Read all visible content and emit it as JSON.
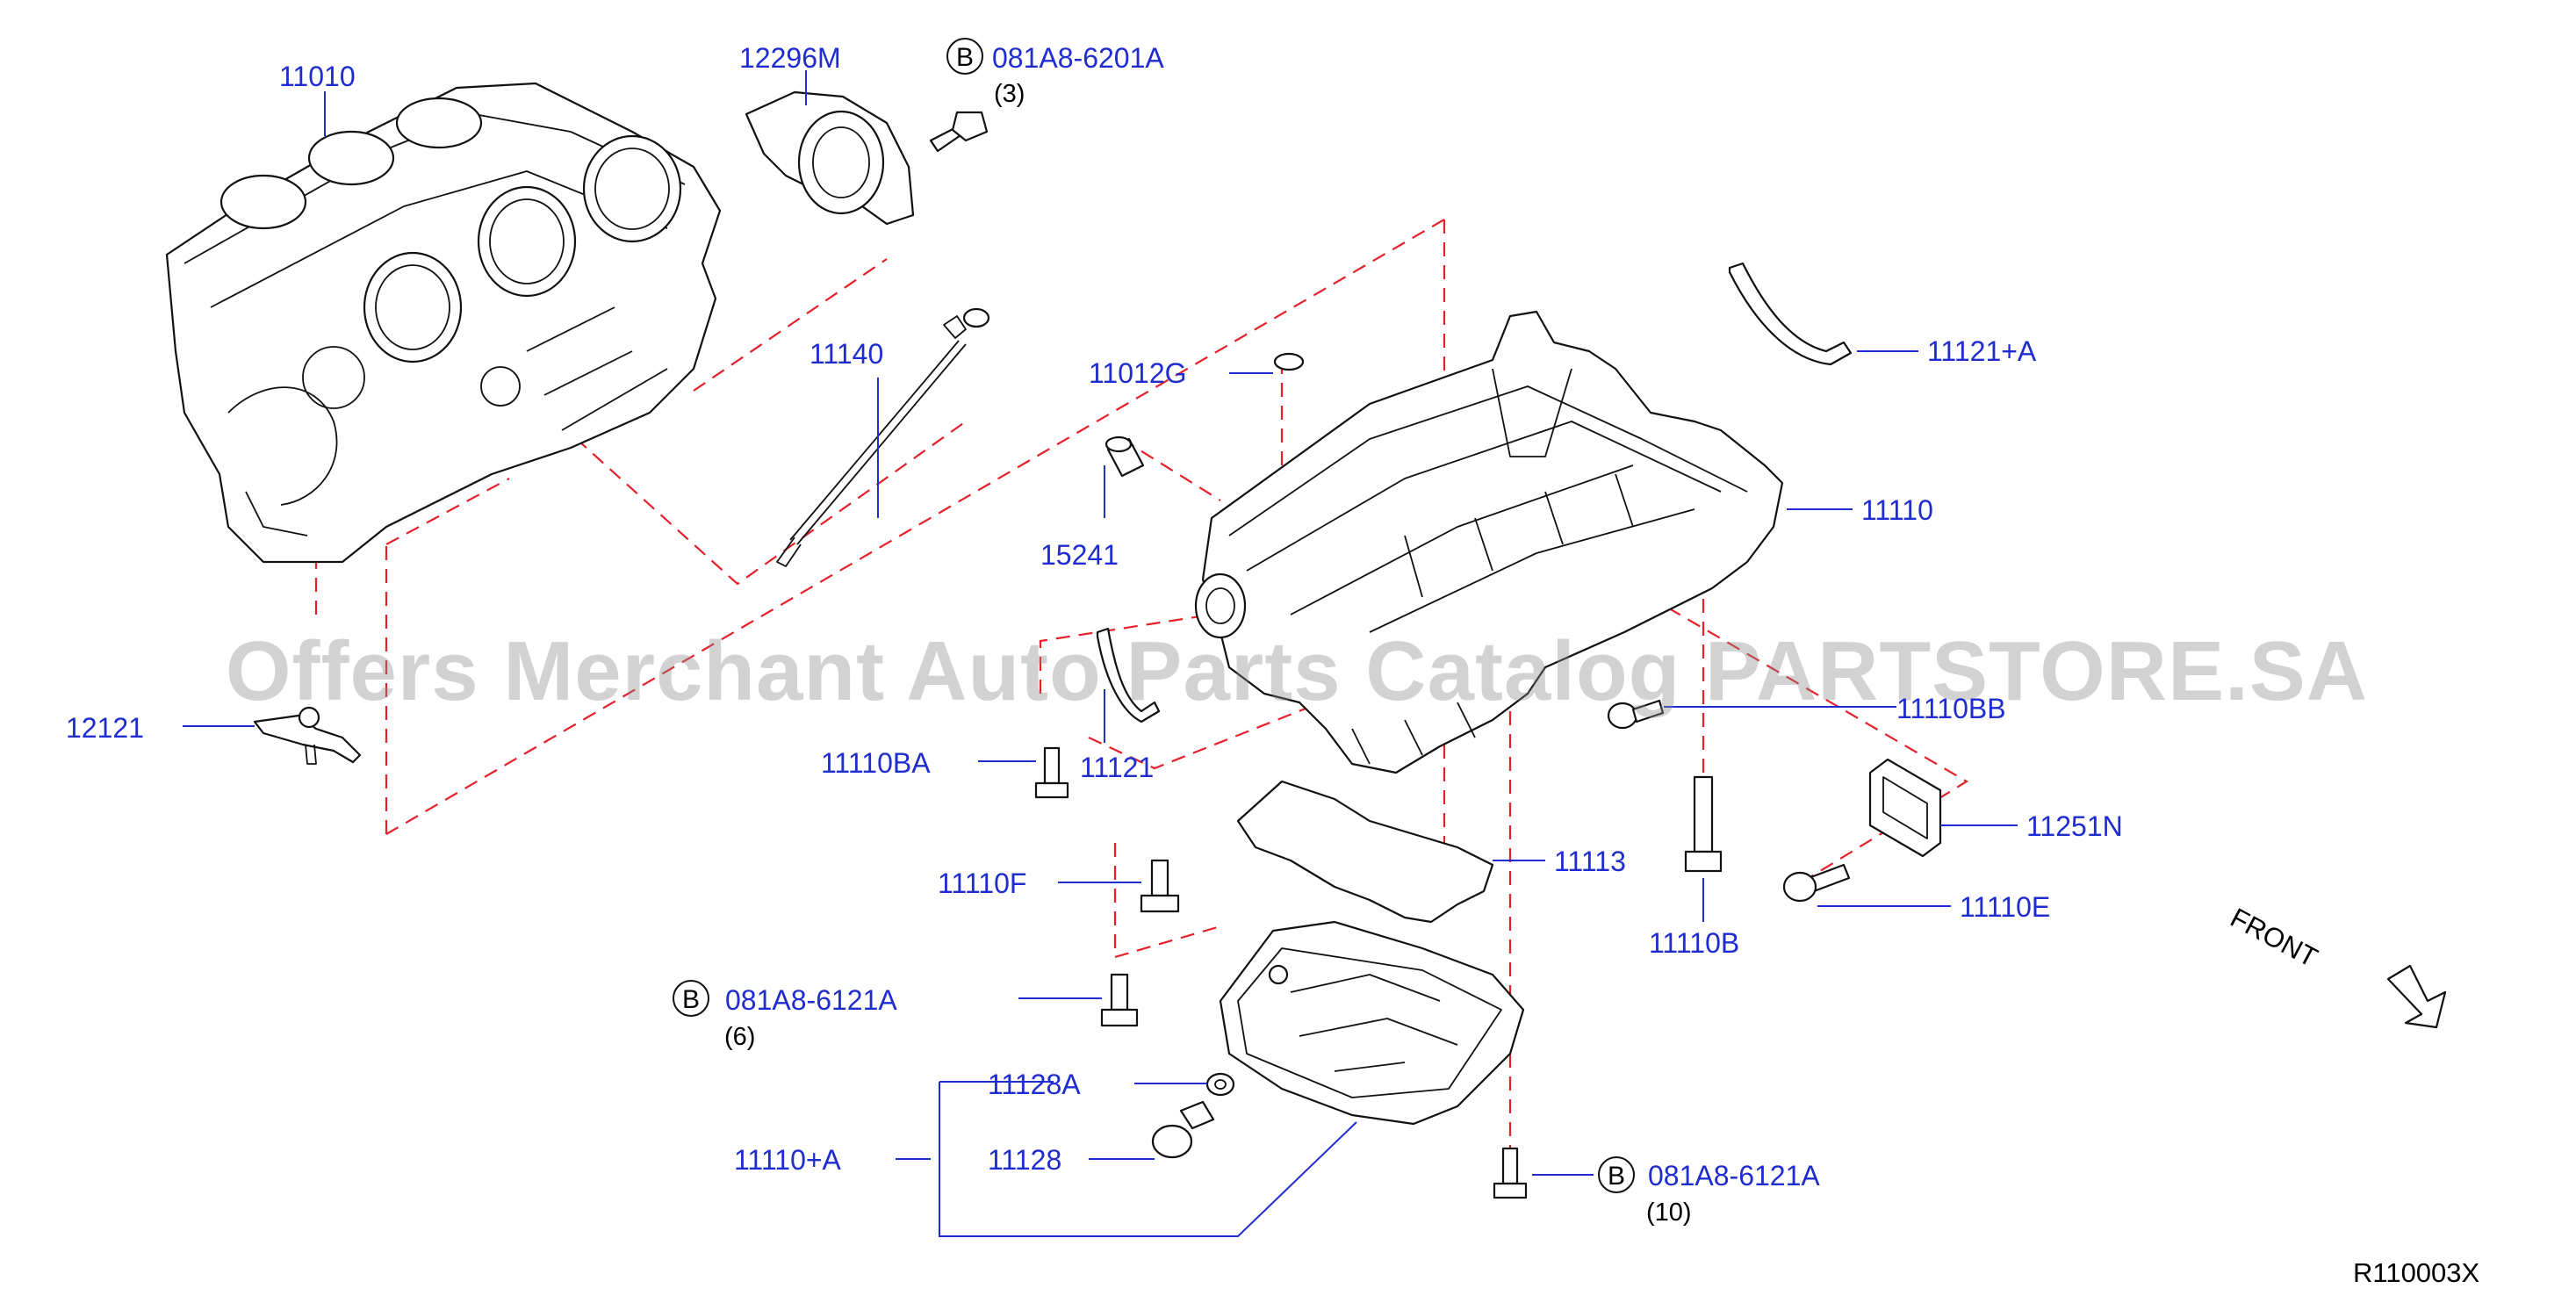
{
  "watermark": "Offers Merchant Auto Parts Catalog PARTSTORE.SA",
  "reference": "R110003X",
  "front_label": "FRONT",
  "colors": {
    "label": "#1f2ccf",
    "dash": "#e6202a",
    "line": "#111111"
  },
  "callouts": {
    "c11010": "11010",
    "c12296M": "12296M",
    "c081A8_6201A": "081A8-6201A",
    "q3": "(3)",
    "c11140": "11140",
    "c11012G": "11012G",
    "c15241": "15241",
    "c11121A": "11121+A",
    "c11110": "11110",
    "c11110BB": "11110BB",
    "c12121": "12121",
    "c11110BA": "11110BA",
    "c11121": "11121",
    "c11113": "11113",
    "c11251N": "11251N",
    "c11110F": "11110F",
    "c11110E": "11110E",
    "c11110B": "11110B",
    "c081A8_6121A_a": "081A8-6121A",
    "q6": "(6)",
    "c11128A": "11128A",
    "c11110A": "11110+A",
    "c11128": "11128",
    "c081A8_6121A_b": "081A8-6121A",
    "q10": "(10)",
    "bolt_letter": "B"
  }
}
